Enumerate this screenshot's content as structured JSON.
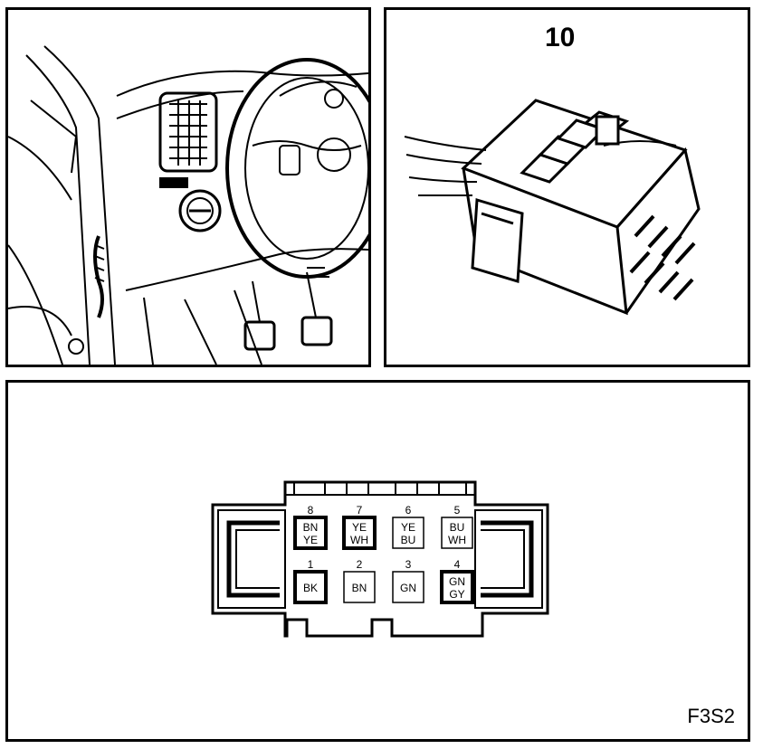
{
  "callout_number": "10",
  "figure_code": "F3S2",
  "pins": [
    {
      "pin": "8",
      "colors": [
        "BN",
        "YE"
      ],
      "bold": true
    },
    {
      "pin": "7",
      "colors": [
        "YE",
        "WH"
      ],
      "bold": true
    },
    {
      "pin": "6",
      "colors": [
        "YE",
        "BU"
      ],
      "bold": false
    },
    {
      "pin": "5",
      "colors": [
        "BU",
        "WH"
      ],
      "bold": false
    },
    {
      "pin": "1",
      "colors": [
        "BK"
      ],
      "bold": true
    },
    {
      "pin": "2",
      "colors": [
        "BN"
      ],
      "bold": false
    },
    {
      "pin": "3",
      "colors": [
        "GN"
      ],
      "bold": false
    },
    {
      "pin": "4",
      "colors": [
        "GN",
        "GY"
      ],
      "bold": true
    }
  ]
}
